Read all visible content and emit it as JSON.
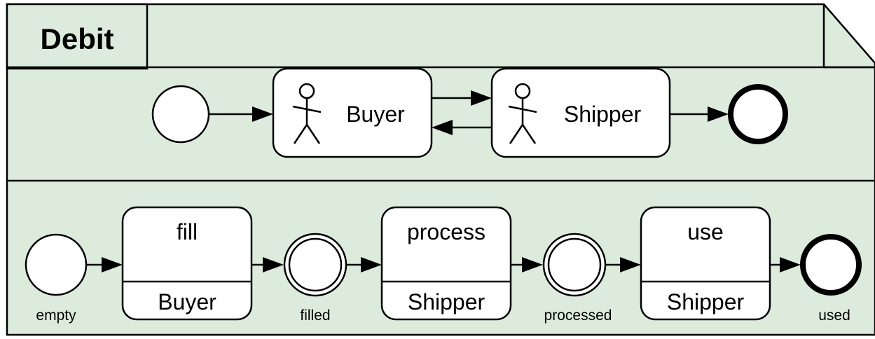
{
  "diagram": {
    "title": "Debit",
    "roles_lane": {
      "actors": [
        "Buyer",
        "Shipper"
      ]
    },
    "states_lane": {
      "states": [
        "empty",
        "filled",
        "processed",
        "used"
      ],
      "activities": [
        {
          "action": "fill",
          "performer": "Buyer"
        },
        {
          "action": "process",
          "performer": "Shipper"
        },
        {
          "action": "use",
          "performer": "Shipper"
        }
      ]
    }
  }
}
